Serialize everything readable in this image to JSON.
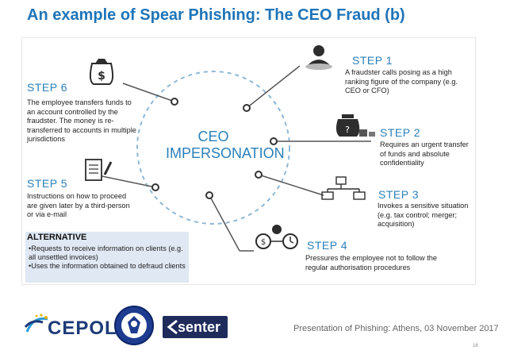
{
  "slide": {
    "title": "An example of Spear Phishing: The CEO Fraud (b)",
    "footer": "Presentation of  Phishing: Athens, 03 November 2017",
    "page_number": "18"
  },
  "diagram": {
    "center_label_line1": "CEO",
    "center_label_line2": "IMPERSONATION",
    "steps": [
      {
        "title": "STEP 1",
        "text": "A fraudster calls posing  as a high ranking figure of the company (e.g. CEO or CFO)",
        "icon": "person-icon"
      },
      {
        "title": "STEP 2",
        "text": "Requires an urgent transfer of funds and absolute confidentiality",
        "icon": "money-bag-icon"
      },
      {
        "title": "STEP 3",
        "text": "Invokes a sensitive situation (e.g. tax control; merger; acquisition)",
        "icon": "org-chart-icon"
      },
      {
        "title": "STEP 4",
        "text": "Pressures the employee not to follow the regular authorisation procedures",
        "icon": "clock-money-icon"
      },
      {
        "title": "STEP 5",
        "text": "Instructions on how to proceed are given later by a third-person or via e-mail",
        "icon": "document-pen-icon"
      },
      {
        "title": "STEP 6",
        "text": "The employee transfers funds to an account controlled by the fraudster. The money is re-transferred to accounts in multiple jurisdictions",
        "icon": "dollar-bag-icon"
      }
    ],
    "alternative": {
      "title": "ALTERNATIVE",
      "items": [
        "•Requests to receive information on clients (e.g. all unsettled invoices)",
        "•Uses the information obtained to defraud clients"
      ]
    }
  },
  "logos": {
    "cepol": "CEPOL",
    "senter": "senter"
  },
  "colors": {
    "title": "#1f74b8",
    "accent": "#2a80b9",
    "alternative_bg": "#dfe8f3"
  }
}
